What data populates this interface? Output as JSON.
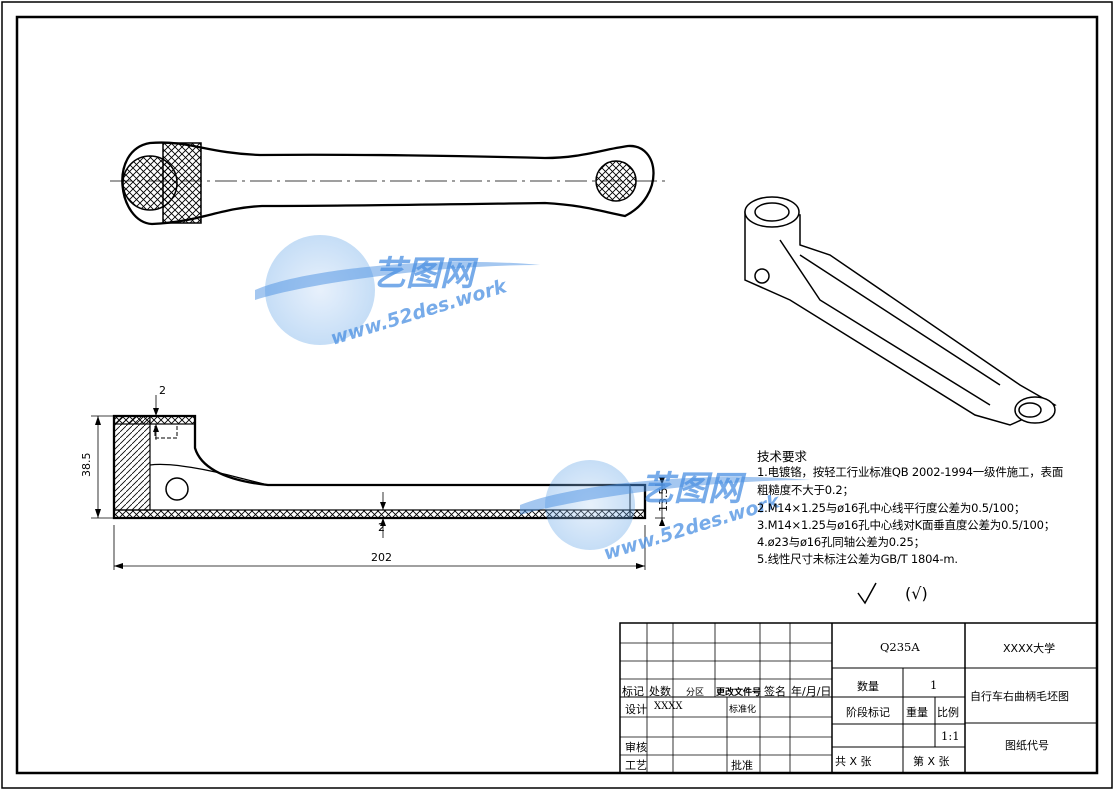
{
  "dimensions": {
    "d_top_wall": "2",
    "d_height": "38.5",
    "d_length": "202",
    "d_bottom_wall": "2",
    "d_end": "13.5"
  },
  "notes": {
    "title": "技术要求",
    "items": [
      "1.电镀铬，按轻工行业标准QB 2002-1994一级件施工，表面",
      "粗糙度不大于0.2；",
      "2.M14×1.25与ø16孔中心线平行度公差为0.5/100；",
      "3.M14×1.25与ø16孔中心线对K面垂直度公差为0.5/100；",
      "4.ø23与ø16孔同轴公差为0.25；",
      "5.线性尺寸未标注公差为GB/T 1804-m."
    ],
    "roughness": "(√)"
  },
  "title_block": {
    "material": "Q235A",
    "school": "XXXX大学",
    "qty_label": "数量",
    "qty_value": "1",
    "drawing_title": "自行车右曲柄毛坯图",
    "stage_label": "阶段标记",
    "weight_label": "重量",
    "scale_label": "比例",
    "scale_value": "1:1",
    "drawing_no_label": "图纸代号",
    "total_sheets": "共 X 张",
    "sheet_no": "第 X 张",
    "rev_headers": [
      "标记",
      "处数",
      "分区",
      "更改文件号",
      "签名",
      "年/月/日"
    ],
    "design_label": "设计",
    "designer": "XXXX",
    "std_label": "标准化",
    "review_label": "审核",
    "process_label": "工艺",
    "approve_label": "批准"
  },
  "watermarks": [
    {
      "name": "艺图网",
      "url": "www.52des.work"
    },
    {
      "name": "艺图网",
      "url": "www.52des.work"
    }
  ]
}
